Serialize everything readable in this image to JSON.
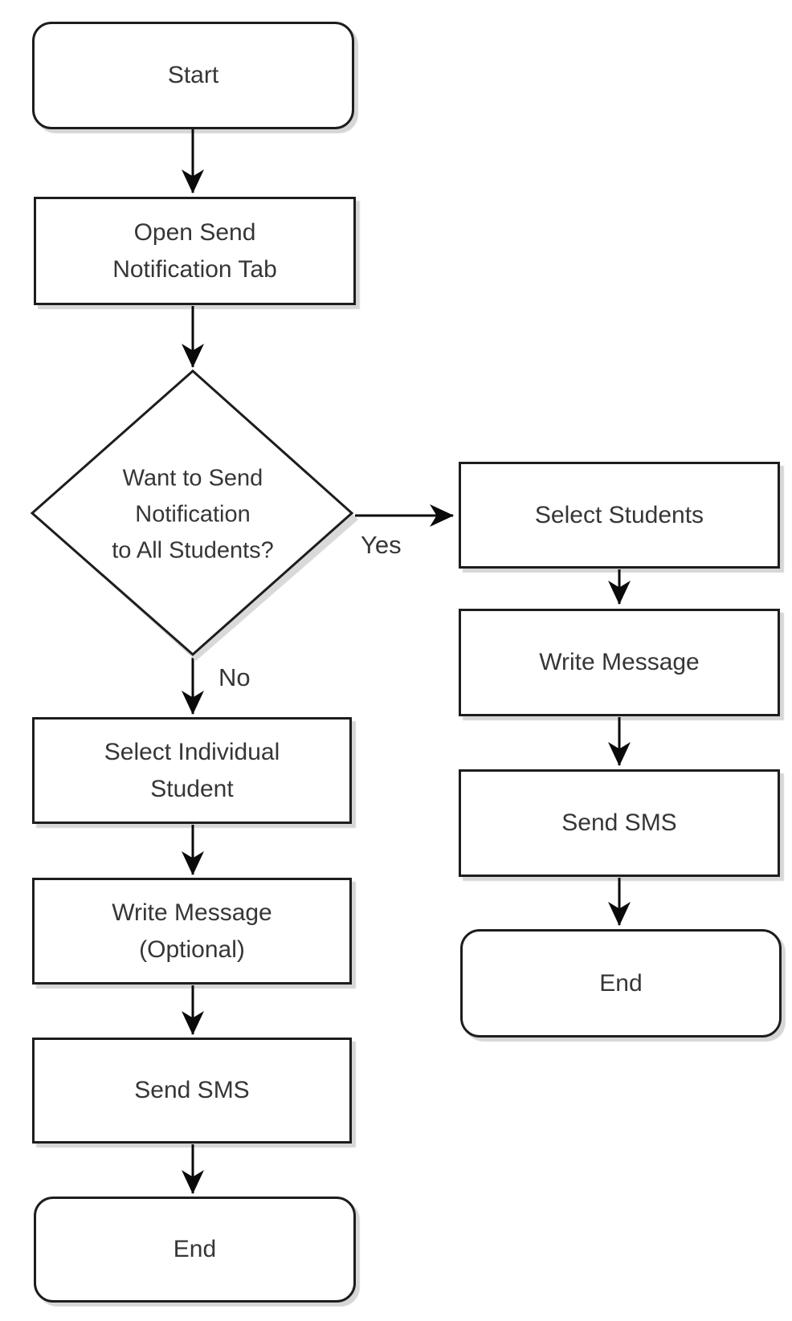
{
  "diagram": {
    "type": "flowchart",
    "background": "#ffffff",
    "stroke_color": "#1d1d1d",
    "text_color": "#363636",
    "nodes": {
      "start": {
        "label": "Start",
        "shape": "terminator"
      },
      "open_tab": {
        "label": "Open Send\nNotification Tab",
        "shape": "process"
      },
      "decision": {
        "label": "Want to Send\nNotification\nto All Students?",
        "shape": "decision"
      },
      "select_students": {
        "label": "Select Students",
        "shape": "process"
      },
      "write_message": {
        "label": "Write Message",
        "shape": "process"
      },
      "send_sms_right": {
        "label": "Send SMS",
        "shape": "process"
      },
      "end_right": {
        "label": "End",
        "shape": "terminator"
      },
      "select_individual": {
        "label": "Select Individual\nStudent",
        "shape": "process"
      },
      "write_message_optional": {
        "label": "Write Message\n(Optional)",
        "shape": "process"
      },
      "send_sms_left": {
        "label": "Send SMS",
        "shape": "process"
      },
      "end_left": {
        "label": "End",
        "shape": "terminator"
      }
    },
    "edge_labels": {
      "yes": "Yes",
      "no": "No"
    },
    "edges": [
      {
        "from": "start",
        "to": "open_tab"
      },
      {
        "from": "open_tab",
        "to": "decision"
      },
      {
        "from": "decision",
        "to": "select_students",
        "label": "Yes"
      },
      {
        "from": "decision",
        "to": "select_individual",
        "label": "No"
      },
      {
        "from": "select_students",
        "to": "write_message"
      },
      {
        "from": "write_message",
        "to": "send_sms_right"
      },
      {
        "from": "send_sms_right",
        "to": "end_right"
      },
      {
        "from": "select_individual",
        "to": "write_message_optional"
      },
      {
        "from": "write_message_optional",
        "to": "send_sms_left"
      },
      {
        "from": "send_sms_left",
        "to": "end_left"
      }
    ]
  }
}
